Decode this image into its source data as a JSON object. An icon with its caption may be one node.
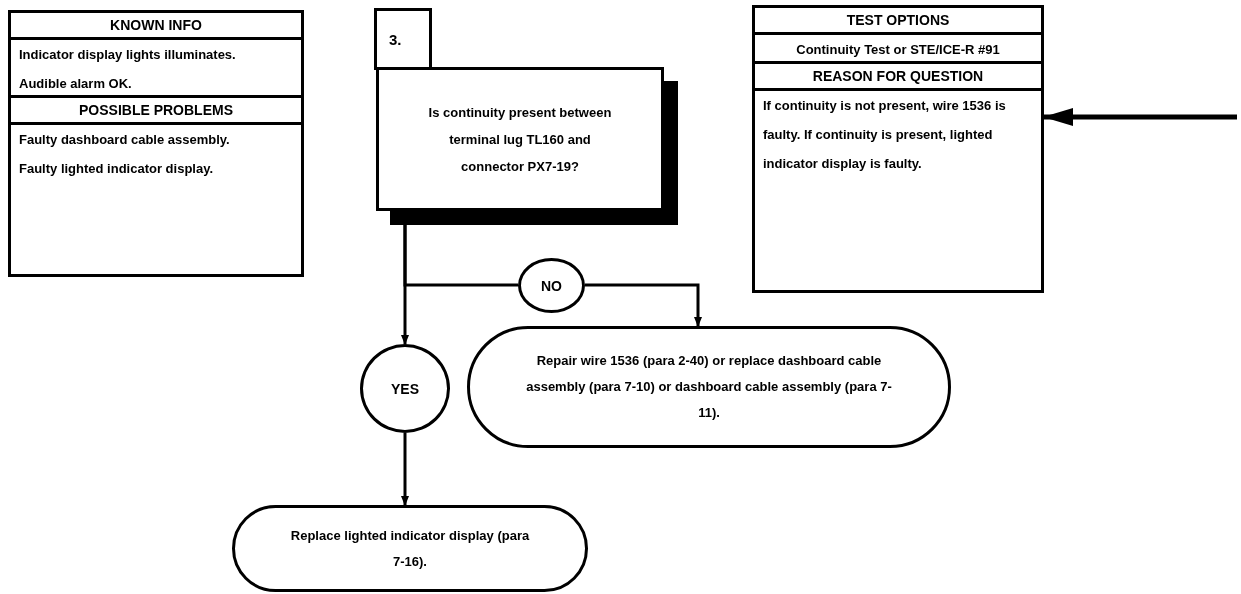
{
  "diagram": {
    "nodes": [
      {
        "text": [
          "KNOWN INFO",
          "Indicator display lights illuminates.",
          "Audible alarm OK.",
          "POSSIBLE PROBLEMS",
          "Faulty dashboard cable assembly.",
          "Faulty lighted indicator display."
        ]
      },
      {
        "text": [
          "3."
        ]
      },
      {
        "text": [
          "Is continuity present between terminal lug TL160 and connector PX7-19?"
        ]
      },
      {
        "text": [
          "TEST OPTIONS",
          "Continuity Test or STE/ICE-R #91",
          "REASON FOR QUESTION",
          "If continuity is not present, wire 1536 is faulty. If continuity is present, lighted indicator display is faulty."
        ]
      },
      {
        "text": [
          "NO"
        ]
      },
      {
        "text": [
          "Repair wire 1536 (para 2-40) or replace dashboard cable assembly (para 7-10) or dashboard cable assembly (para 7-11)."
        ]
      },
      {
        "text": [
          "YES"
        ]
      },
      {
        "text": [
          "Replace lighted indicator display (para 7-16)."
        ]
      }
    ],
    "edges": [
      {
        "from": 2,
        "to": 4,
        "arrow": "none"
      },
      {
        "from": 4,
        "to": 5,
        "arrow": "to"
      },
      {
        "from": 2,
        "to": 6,
        "arrow": "to"
      },
      {
        "from": 6,
        "to": 7,
        "arrow": "to"
      },
      {
        "from": null,
        "to": 3,
        "arrow": "to"
      }
    ]
  }
}
